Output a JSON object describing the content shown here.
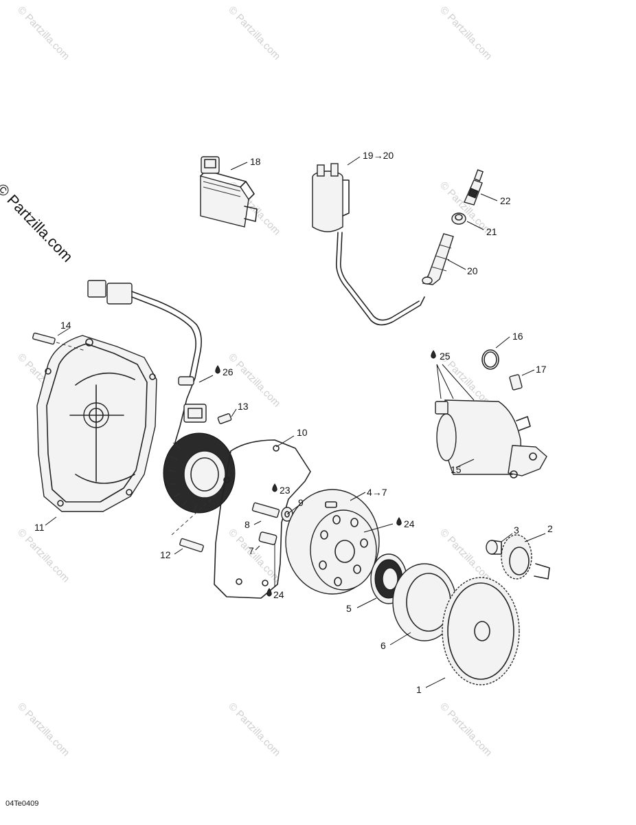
{
  "watermark": {
    "text": "© Partzilla.com",
    "main_text": "© Partzilla.com"
  },
  "diagram_code": "04Te0409",
  "callouts": {
    "c1": "1",
    "c2": "2",
    "c3": "3",
    "c4_7": "4→7",
    "c5": "5",
    "c6": "6",
    "c7": "7",
    "c8": "8",
    "c9": "9",
    "c10": "10",
    "c11": "11",
    "c12": "12",
    "c13": "13",
    "c14": "14",
    "c15": "15",
    "c16": "16",
    "c17": "17",
    "c18": "18",
    "c19_20": "19→20",
    "c20": "20",
    "c21": "21",
    "c22": "22",
    "c23": "23",
    "c24a": "24",
    "c24b": "24",
    "c25": "25",
    "c26": "26"
  },
  "colors": {
    "line": "#222222",
    "watermark": "#cfcfcf",
    "background": "#ffffff"
  }
}
